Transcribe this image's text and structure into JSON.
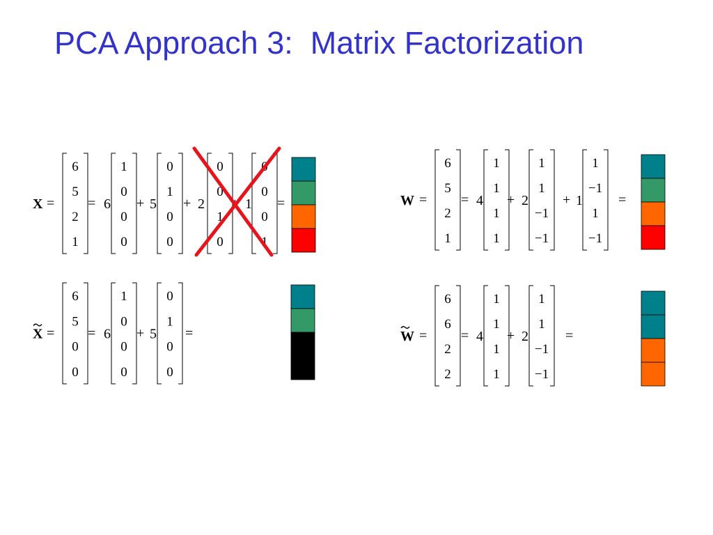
{
  "slide": {
    "title": "PCA Approach 3:  Matrix Factorization"
  },
  "colors": {
    "title": "#3333cc",
    "cross": "#e8141c",
    "teal": "#00808a",
    "green": "#339966",
    "orange": "#ff6600",
    "red": "#ff0000",
    "black": "#000000"
  },
  "equations": [
    {
      "id": "x",
      "lhs": "X",
      "tilde": false,
      "scalars": [
        "6",
        "5",
        "2",
        "1"
      ],
      "vectors": [
        [
          "6",
          "5",
          "2",
          "1"
        ],
        [
          "1",
          "0",
          "0",
          "0"
        ],
        [
          "0",
          "1",
          "0",
          "0"
        ],
        [
          "0",
          "0",
          "1",
          "0"
        ],
        [
          "0",
          "0",
          "0",
          "1"
        ]
      ],
      "crossed_terms": [
        4,
        5
      ],
      "swatches": [
        "teal",
        "green",
        "orange",
        "red"
      ]
    },
    {
      "id": "x-tilde",
      "lhs": "X",
      "tilde": true,
      "scalars": [
        "6",
        "5"
      ],
      "vectors": [
        [
          "6",
          "5",
          "0",
          "0"
        ],
        [
          "1",
          "0",
          "0",
          "0"
        ],
        [
          "0",
          "1",
          "0",
          "0"
        ]
      ],
      "crossed_terms": [],
      "swatches": [
        "teal",
        "green",
        "black",
        "black"
      ]
    },
    {
      "id": "w",
      "lhs": "W",
      "tilde": false,
      "scalars": [
        "4",
        "2",
        "1"
      ],
      "vectors": [
        [
          "6",
          "5",
          "2",
          "1"
        ],
        [
          "1",
          "1",
          "1",
          "1"
        ],
        [
          "1",
          "1",
          "−1",
          "−1"
        ],
        [
          "1",
          "−1",
          "1",
          "−1"
        ]
      ],
      "crossed_terms": [],
      "swatches": [
        "teal",
        "green",
        "orange",
        "red"
      ]
    },
    {
      "id": "w-tilde",
      "lhs": "W",
      "tilde": true,
      "scalars": [
        "4",
        "2"
      ],
      "vectors": [
        [
          "6",
          "6",
          "2",
          "2"
        ],
        [
          "1",
          "1",
          "1",
          "1"
        ],
        [
          "1",
          "1",
          "−1",
          "−1"
        ]
      ],
      "crossed_terms": [],
      "swatches": [
        "teal",
        "teal",
        "orange",
        "orange"
      ]
    }
  ]
}
